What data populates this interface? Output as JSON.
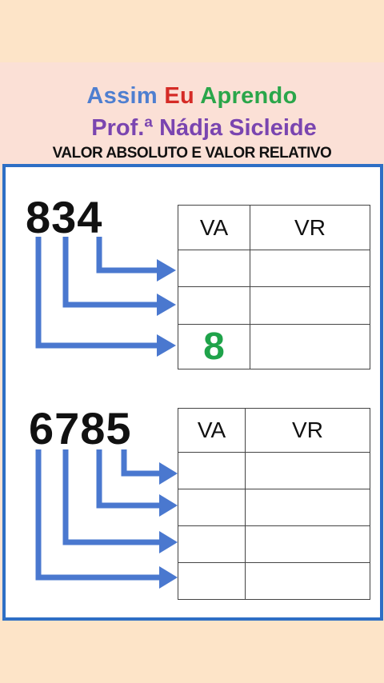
{
  "header": {
    "title_word1": "Assim",
    "title_word2": "Eu",
    "title_word3": "Aprendo",
    "author": "Prof.ª Nádja Sicleide",
    "subtitle": "VALOR ABSOLUTO E VALOR RELATIVO"
  },
  "exercise1": {
    "number": "834",
    "col_va": "VA",
    "col_vr": "VR",
    "rows": [
      {
        "va": "",
        "vr": ""
      },
      {
        "va": "",
        "vr": ""
      },
      {
        "va": "8",
        "vr": ""
      }
    ]
  },
  "exercise2": {
    "number": "6785",
    "col_va": "VA",
    "col_vr": "VR",
    "rows": [
      {
        "va": "",
        "vr": ""
      },
      {
        "va": "",
        "vr": ""
      },
      {
        "va": "",
        "vr": ""
      },
      {
        "va": "",
        "vr": ""
      }
    ]
  },
  "colors": {
    "arrow": "#4a78cf",
    "panel_border": "#2e6fc5",
    "answer": "#1fa34a"
  }
}
